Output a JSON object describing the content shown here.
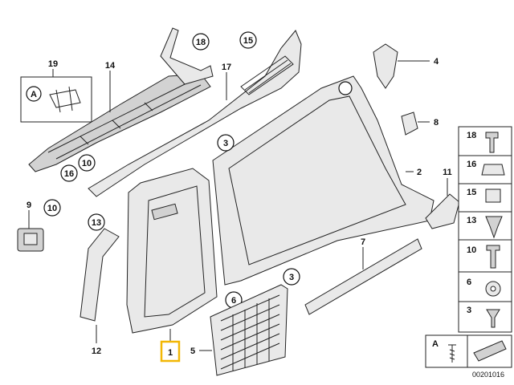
{
  "diagram": {
    "callouts": {
      "c1": "1",
      "c2": "2",
      "c3a": "3",
      "c3b": "3",
      "c4": "4",
      "c5": "5",
      "c6": "6",
      "c7": "7",
      "c8": "8",
      "c9": "9",
      "c10a": "10",
      "c10b": "10",
      "c11": "11",
      "c12": "12",
      "c13": "13",
      "c14": "14",
      "c15": "15",
      "c16": "16",
      "c17": "17",
      "c18": "18",
      "c19": "19",
      "cA": "A"
    },
    "legend": {
      "items": [
        "18",
        "16",
        "15",
        "13",
        "10",
        "6",
        "3"
      ],
      "footer_label": "A"
    },
    "code": "00201016"
  }
}
